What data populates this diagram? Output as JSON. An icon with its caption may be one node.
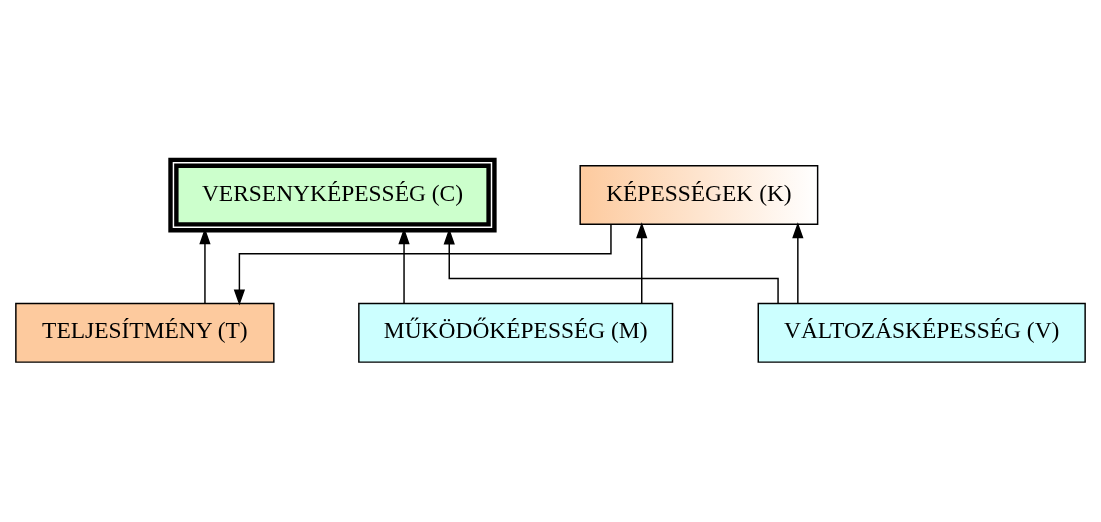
{
  "diagram": {
    "nodes": [
      {
        "text": [
          "VERSENYKÉPESSÉG (C)"
        ]
      },
      {
        "text": [
          "TELJESÍTMÉNY (T)"
        ]
      },
      {
        "text": [
          "MŰKÖDŐKÉPESSÉG (M)"
        ]
      },
      {
        "text": [
          "VÁLTOZÁSKÉPESSÉG (V)"
        ]
      },
      {
        "text": [
          "KÉPESSÉGEK (K)"
        ]
      }
    ],
    "edges": [
      {
        "from": 1,
        "to": 0,
        "arrow": "to"
      },
      {
        "from": 2,
        "to": 0,
        "arrow": "to"
      },
      {
        "from": 3,
        "to": 0,
        "arrow": "to"
      },
      {
        "from": 4,
        "to": 1,
        "arrow": "to"
      },
      {
        "from": 2,
        "to": 4,
        "arrow": "to"
      },
      {
        "from": 3,
        "to": 4,
        "arrow": "to"
      }
    ]
  }
}
